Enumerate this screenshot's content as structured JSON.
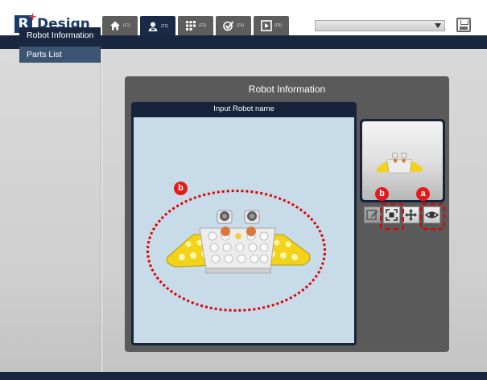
{
  "app": {
    "logo_mark": "R",
    "logo_plus": "+",
    "logo_text": "Design"
  },
  "tabs": [
    {
      "icon": "home-icon",
      "num": "(F1)"
    },
    {
      "icon": "robot-user-icon",
      "num": "(F2)",
      "active": true
    },
    {
      "icon": "parts-grid-icon",
      "num": "(F3)"
    },
    {
      "icon": "check-icon",
      "num": "(F4)"
    },
    {
      "icon": "play-icon",
      "num": "(F5)"
    }
  ],
  "dropdown": {
    "value": ""
  },
  "sidebar": {
    "items": [
      {
        "label": "Robot Information",
        "active": true
      },
      {
        "label": "Parts List"
      }
    ]
  },
  "main": {
    "title": "Robot Information",
    "viewer_title": "Input Robot name"
  },
  "toolbar": {
    "tools": [
      "edit-icon",
      "fit-view-icon",
      "move-icon",
      "eye-icon"
    ]
  },
  "markers": {
    "a": "a",
    "b_tool": "b",
    "b_viewer": "b"
  },
  "colors": {
    "navy": "#1a2740",
    "accent_red": "#e00000",
    "robot_yellow": "#f2d21b"
  }
}
